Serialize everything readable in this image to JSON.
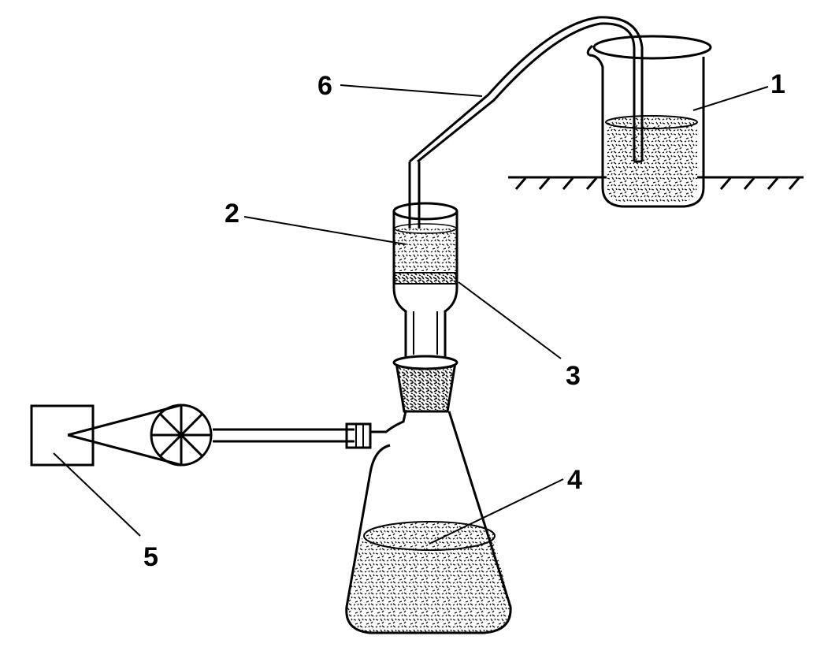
{
  "figure": {
    "labels": [
      {
        "id": "1",
        "text": "1"
      },
      {
        "id": "2",
        "text": "2"
      },
      {
        "id": "3",
        "text": "3"
      },
      {
        "id": "4",
        "text": "4"
      },
      {
        "id": "5",
        "text": "5"
      },
      {
        "id": "6",
        "text": "6"
      }
    ]
  },
  "colors": {
    "ink": "#000000",
    "paper": "#ffffff",
    "fill_speckle": "#1a1a1a"
  }
}
